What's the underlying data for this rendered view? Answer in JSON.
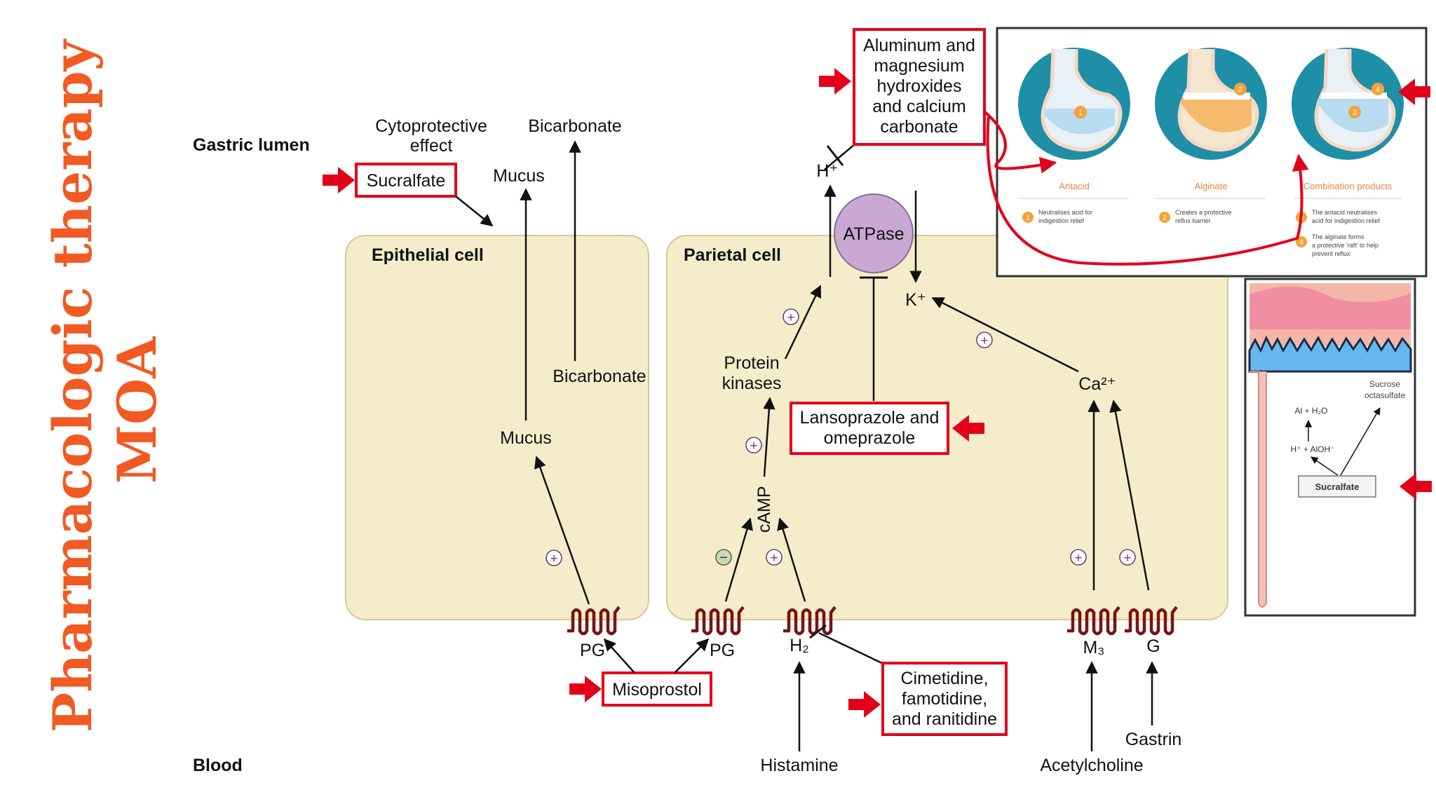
{
  "title": {
    "line1": "Pharmacologic therapy",
    "line2": "MOA"
  },
  "regions": {
    "gastric_lumen": "Gastric lumen",
    "blood": "Blood"
  },
  "cells": {
    "epithelial": "Epithelial cell",
    "parietal": "Parietal cell"
  },
  "labels": {
    "cytoprotective_line1": "Cytoprotective",
    "cytoprotective_line2": "effect",
    "bicarbonate_top": "Bicarbonate",
    "mucus_top": "Mucus",
    "bicarbonate_mid": "Bicarbonate",
    "mucus_mid": "Mucus",
    "h_plus": "H⁺",
    "atpase": "ATPase",
    "k_plus": "K⁺",
    "protein_kinases_line1": "Protein",
    "protein_kinases_line2": "kinases",
    "camp": "cAMP",
    "ca2": "Ca²⁺",
    "pg_left": "PG",
    "pg_right": "PG",
    "h2": "H₂",
    "m3": "M₃",
    "g": "G",
    "histamine": "Histamine",
    "acetylcholine": "Acetylcholine",
    "gastrin": "Gastrin",
    "plus": "+",
    "minus": "−"
  },
  "drugs": {
    "sucralfate": "Sucralfate",
    "antacids": [
      "Aluminum and",
      "magnesium",
      "hydroxides",
      "and calcium",
      "carbonate"
    ],
    "ppi": [
      "Lansoprazole and",
      "omeprazole"
    ],
    "misoprostol": "Misoprostol",
    "h2_blockers": [
      "Cimetidine,",
      "famotidine,",
      "and ranitidine"
    ]
  },
  "inset_antacid": {
    "panels": [
      {
        "heading": "Antacid",
        "num": "1",
        "desc": [
          "Neutralises acid for",
          "indigestion relief"
        ]
      },
      {
        "heading": "Alginate",
        "num": "2",
        "desc": [
          "Creates a protective",
          "reflux barrier"
        ]
      },
      {
        "heading": "Combination products",
        "num": "3",
        "desc": [
          "The antacid neutralises",
          "acid for indigestion relief"
        ],
        "num2": "4",
        "desc2": [
          "The alginate forms",
          "a protective 'raft' to help",
          "prevent reflux"
        ]
      }
    ]
  },
  "inset_sucralfate": {
    "sucrose_line1": "Sucrose",
    "sucrose_line2": "octasulfate",
    "reaction1": "Al + H₂O",
    "reaction2": "H⁺ + AlOH⁻",
    "box": "Sucralfate"
  },
  "colors": {
    "title": "#f15a22",
    "highlight": "#e3001b",
    "cell_fill": "#f5eccb",
    "cell_stroke": "#d7c994",
    "receptor": "#7a1216",
    "atpase": "#c9a8d2"
  }
}
